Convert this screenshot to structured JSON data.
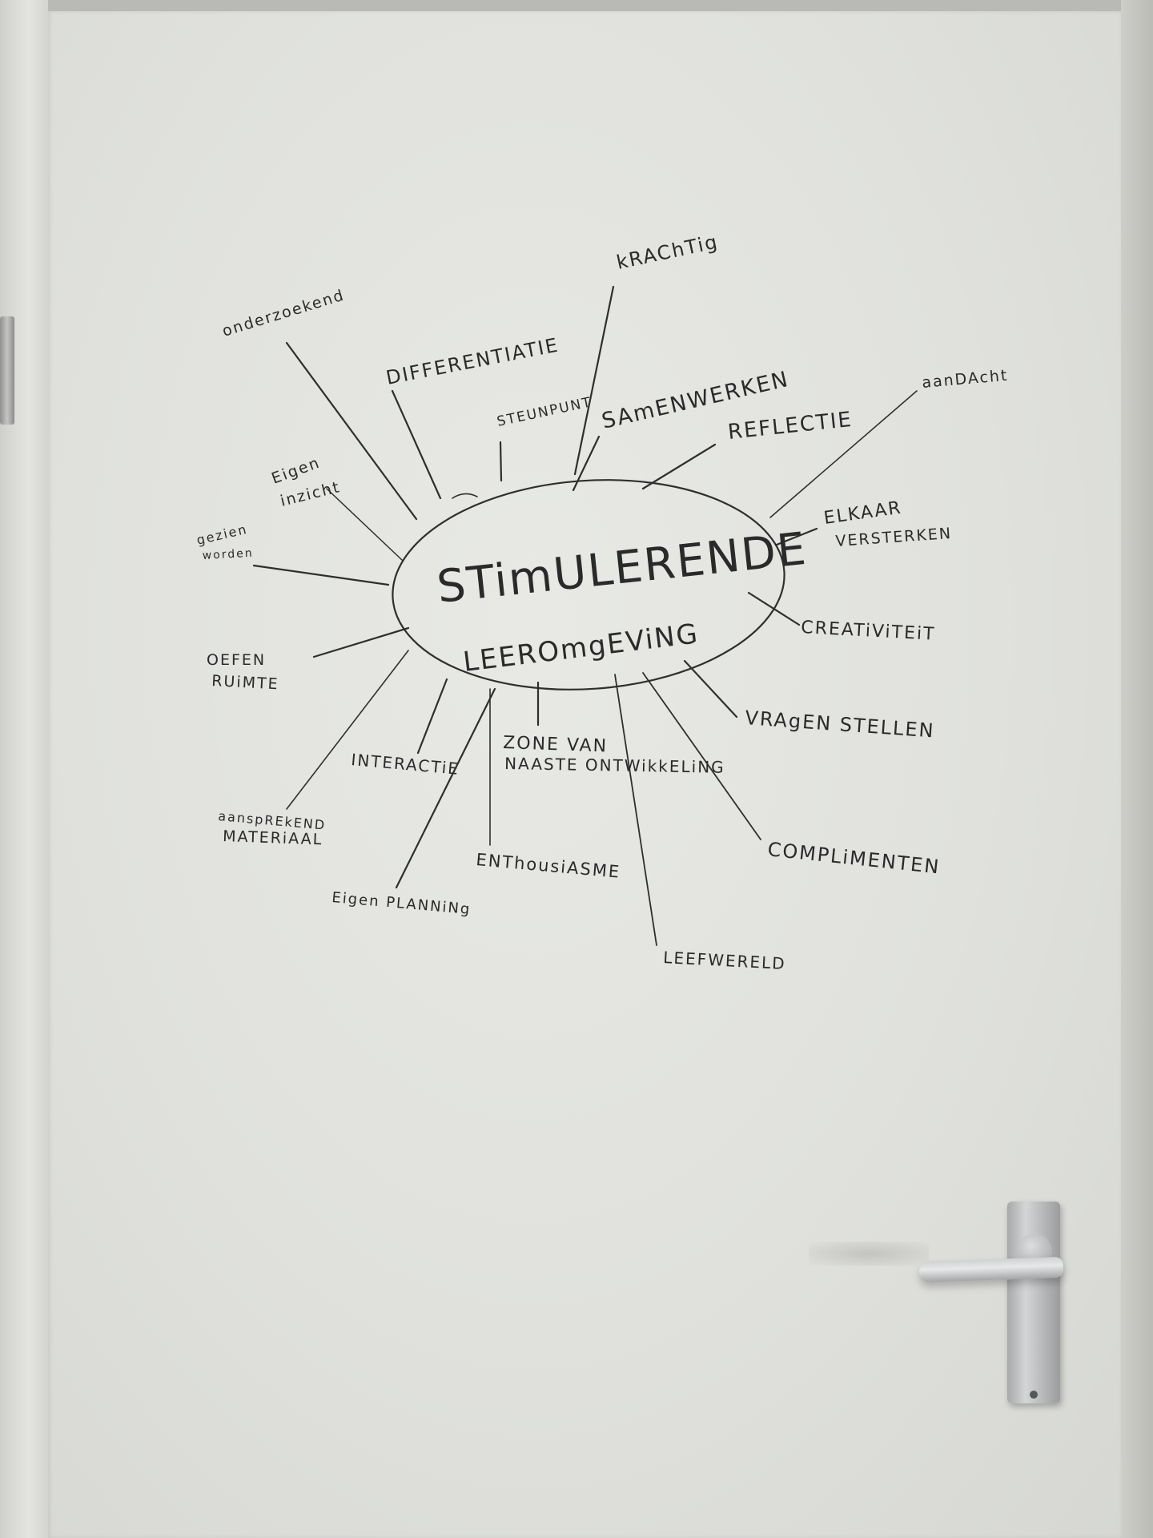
{
  "mindmap": {
    "center": {
      "line1": "STimULERENDE",
      "line2": "LEEROmgEViNG"
    },
    "branches": [
      {
        "id": "onderzoekend",
        "text": "onderzoekend"
      },
      {
        "id": "differentiatie",
        "text": "DIFFERENTIATIE"
      },
      {
        "id": "krachtig",
        "text": "kRAChTig"
      },
      {
        "id": "steunpunt",
        "text": "STEUNPUNT"
      },
      {
        "id": "samenwerken",
        "text": "SAmENWERKEN"
      },
      {
        "id": "reflectie",
        "text": "REFLECTIE"
      },
      {
        "id": "aandacht",
        "text": "aanDAcht"
      },
      {
        "id": "eigen-inzicht-1",
        "text": "Eigen"
      },
      {
        "id": "eigen-inzicht-2",
        "text": "inzicht"
      },
      {
        "id": "gezien-worden-1",
        "text": "gezien"
      },
      {
        "id": "gezien-worden-2",
        "text": "worden"
      },
      {
        "id": "elkaar-versterken-1",
        "text": "ELKAAR"
      },
      {
        "id": "elkaar-versterken-2",
        "text": "VERSTERKEN"
      },
      {
        "id": "creativiteit",
        "text": "CREATiViTEiT"
      },
      {
        "id": "oefen-ruimte-1",
        "text": "OEFEN"
      },
      {
        "id": "oefen-ruimte-2",
        "text": "RUiMTE"
      },
      {
        "id": "vragen-stellen",
        "text": "VRAgEN STELLEN"
      },
      {
        "id": "interactie",
        "text": "INTERACTiE"
      },
      {
        "id": "zone-1",
        "text": "ZONE VAN"
      },
      {
        "id": "zone-2",
        "text": "NAASTE ONTWikkELiNG"
      },
      {
        "id": "aansprekend-1",
        "text": "aanspREkEND"
      },
      {
        "id": "aansprekend-2",
        "text": "MATERiAAL"
      },
      {
        "id": "complimenten",
        "text": "COMPLiMENTEN"
      },
      {
        "id": "enthousiasme",
        "text": "ENThousiASME"
      },
      {
        "id": "eigen-planning",
        "text": "Eigen PLANNiNg"
      },
      {
        "id": "leefwereld",
        "text": "LEEFWERELD"
      }
    ]
  },
  "colors": {
    "marker": "#2a2a2a",
    "door": "#e2e3df",
    "handle": "#bfc1c2"
  }
}
